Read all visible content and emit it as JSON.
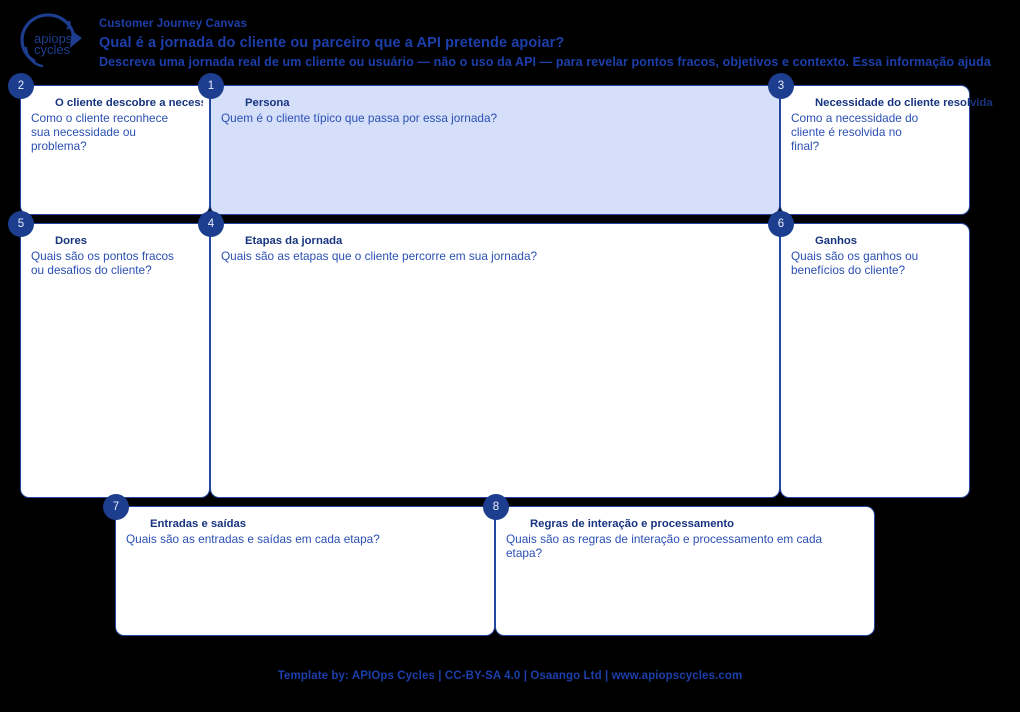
{
  "header": {
    "logo_name": "apiops-cycles-logo",
    "eyebrow": "Customer Journey Canvas",
    "title": "Qual é a jornada do cliente ou parceiro que a API pretende apoiar?",
    "subtitle": "Descreva uma jornada real de um cliente ou usuário — não o uso da API — para revelar pontos fracos, objetivos e contexto. Essa informação ajuda"
  },
  "colors": {
    "background": "#000000",
    "card_border": "#24479f",
    "card_fill": "#ffffff",
    "card_fill_highlight": "#d6dffa",
    "badge": "#1d3d8f",
    "title_text": "#17347f",
    "body_text": "#2b50b4",
    "header_text": "#1c3faa"
  },
  "cards": [
    {
      "number": "2",
      "title": "O cliente descobre a necessidade",
      "body": "Como o cliente reconhece\nsua necessidade ou\nproblema?",
      "highlighted": false
    },
    {
      "number": "1",
      "title": "Persona",
      "body": "Quem é o cliente típico que passa por essa jornada?",
      "highlighted": true
    },
    {
      "number": "3",
      "title": "Necessidade do cliente resolvida",
      "body": "Como a necessidade do\ncliente é resolvida no\nfinal?",
      "highlighted": false
    },
    {
      "number": "5",
      "title": "Dores",
      "body": "Quais são os pontos fracos\nou desafios do cliente?",
      "highlighted": false
    },
    {
      "number": "4",
      "title": "Etapas da jornada",
      "body": "Quais são as etapas que o cliente percorre em sua jornada?",
      "highlighted": false
    },
    {
      "number": "6",
      "title": "Ganhos",
      "body": "Quais são os ganhos ou\nbenefícios do cliente?",
      "highlighted": false
    },
    {
      "number": "7",
      "title": "Entradas e saídas",
      "body": "Quais são as entradas e saídas em cada etapa?",
      "highlighted": false
    },
    {
      "number": "8",
      "title": "Regras de interação e processamento",
      "body": "Quais são as regras de interação e processamento em cada\netapa?",
      "highlighted": false
    }
  ],
  "footer": {
    "attribution": "Template by: APIOps Cycles | CC-BY-SA 4.0 | Osaango Ltd | www.apiopscycles.com"
  }
}
